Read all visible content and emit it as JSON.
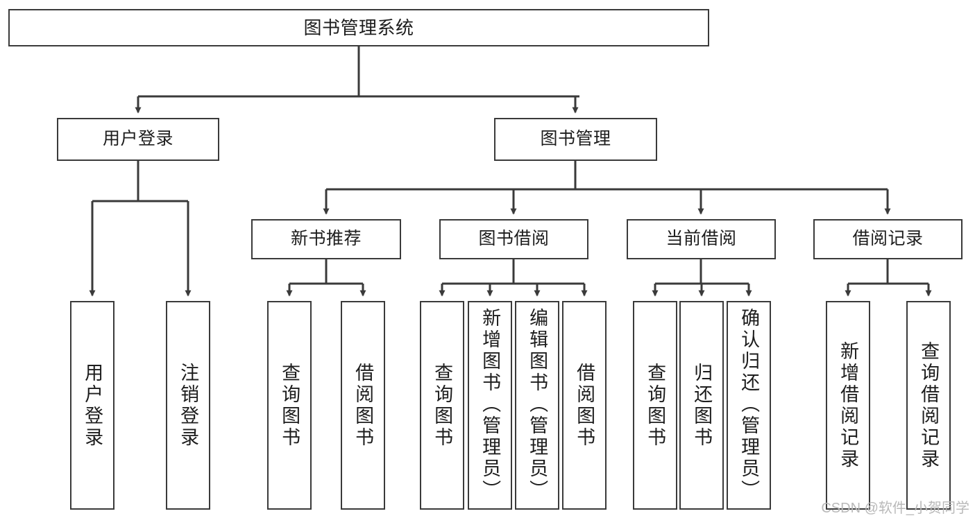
{
  "diagram": {
    "type": "tree",
    "title": "图书管理系统",
    "watermark": "CSDN @软件_小贺同学",
    "colors": {
      "stroke": "#3a3a3a",
      "fill": "#ffffff",
      "text": "#1d1d1d",
      "watermark": "#b9b9b9"
    },
    "nodes": {
      "root": "图书管理系统",
      "user_login": "用户登录",
      "book_manage": "图书管理",
      "new_book_rec": "新书推荐",
      "book_borrow": "图书借阅",
      "current_borrow": "当前借阅",
      "borrow_record": "借阅记录",
      "leaf_user_login": "用户登录",
      "leaf_logout": "注销登录",
      "leaf_query_book_1": "查询图书",
      "leaf_borrow_book_1": "借阅图书",
      "leaf_query_book_2": "查询图书",
      "leaf_add_book": "新增图书（管理员）",
      "leaf_edit_book": "编辑图书（管理员）",
      "leaf_borrow_book_2": "借阅图书",
      "leaf_query_book_3": "查询图书",
      "leaf_return_book": "归还图书",
      "leaf_confirm_return": "确认归还（管理员）",
      "leaf_add_record": "新增借阅记录",
      "leaf_query_record": "查询借阅记录"
    },
    "edges": [
      {
        "from": "root",
        "to": "user_login"
      },
      {
        "from": "root",
        "to": "book_manage"
      },
      {
        "from": "user_login",
        "to": "leaf_user_login"
      },
      {
        "from": "user_login",
        "to": "leaf_logout"
      },
      {
        "from": "book_manage",
        "to": "new_book_rec"
      },
      {
        "from": "book_manage",
        "to": "book_borrow"
      },
      {
        "from": "book_manage",
        "to": "current_borrow"
      },
      {
        "from": "book_manage",
        "to": "borrow_record"
      },
      {
        "from": "new_book_rec",
        "to": "leaf_query_book_1"
      },
      {
        "from": "new_book_rec",
        "to": "leaf_borrow_book_1"
      },
      {
        "from": "book_borrow",
        "to": "leaf_query_book_2"
      },
      {
        "from": "book_borrow",
        "to": "leaf_add_book"
      },
      {
        "from": "book_borrow",
        "to": "leaf_edit_book"
      },
      {
        "from": "book_borrow",
        "to": "leaf_borrow_book_2"
      },
      {
        "from": "current_borrow",
        "to": "leaf_query_book_3"
      },
      {
        "from": "current_borrow",
        "to": "leaf_return_book"
      },
      {
        "from": "current_borrow",
        "to": "leaf_confirm_return"
      },
      {
        "from": "borrow_record",
        "to": "leaf_add_record"
      },
      {
        "from": "borrow_record",
        "to": "leaf_query_record"
      }
    ]
  }
}
